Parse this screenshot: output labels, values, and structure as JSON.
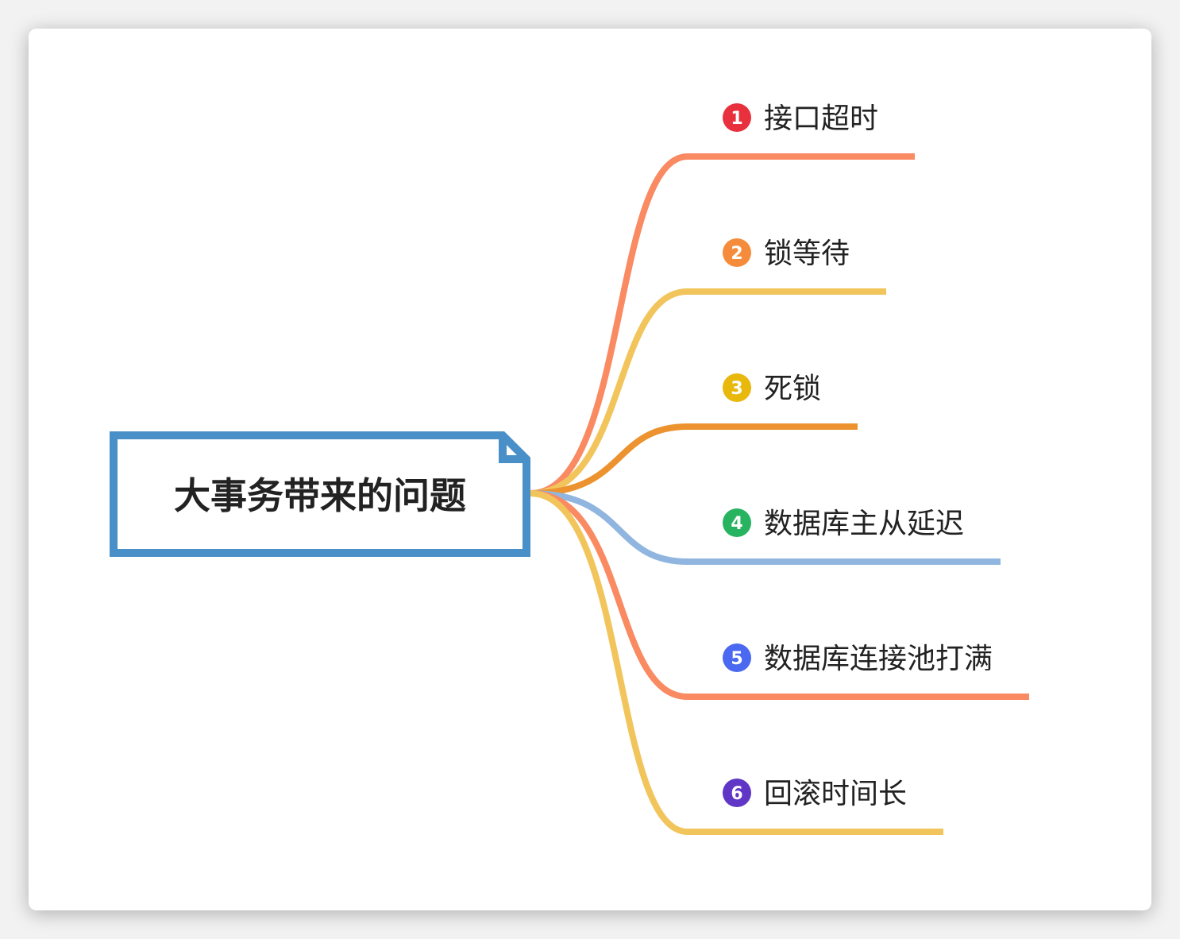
{
  "root": {
    "title": "大事务带来的问题",
    "border_color": "#4a90c8"
  },
  "branches": [
    {
      "number": "1",
      "label": "接口超时",
      "badge_color": "#e8313d",
      "line_color": "#f98a62"
    },
    {
      "number": "2",
      "label": "锁等待",
      "badge_color": "#f58c3b",
      "line_color": "#f2c55c"
    },
    {
      "number": "3",
      "label": "死锁",
      "badge_color": "#e8b80c",
      "line_color": "#ec922e"
    },
    {
      "number": "4",
      "label": "数据库主从延迟",
      "badge_color": "#27b35f",
      "line_color": "#90b6e0"
    },
    {
      "number": "5",
      "label": "数据库连接池打满",
      "badge_color": "#4a68f0",
      "line_color": "#f98a62"
    },
    {
      "number": "6",
      "label": "回滚时间长",
      "badge_color": "#5f36c5",
      "line_color": "#f2c55c"
    }
  ]
}
